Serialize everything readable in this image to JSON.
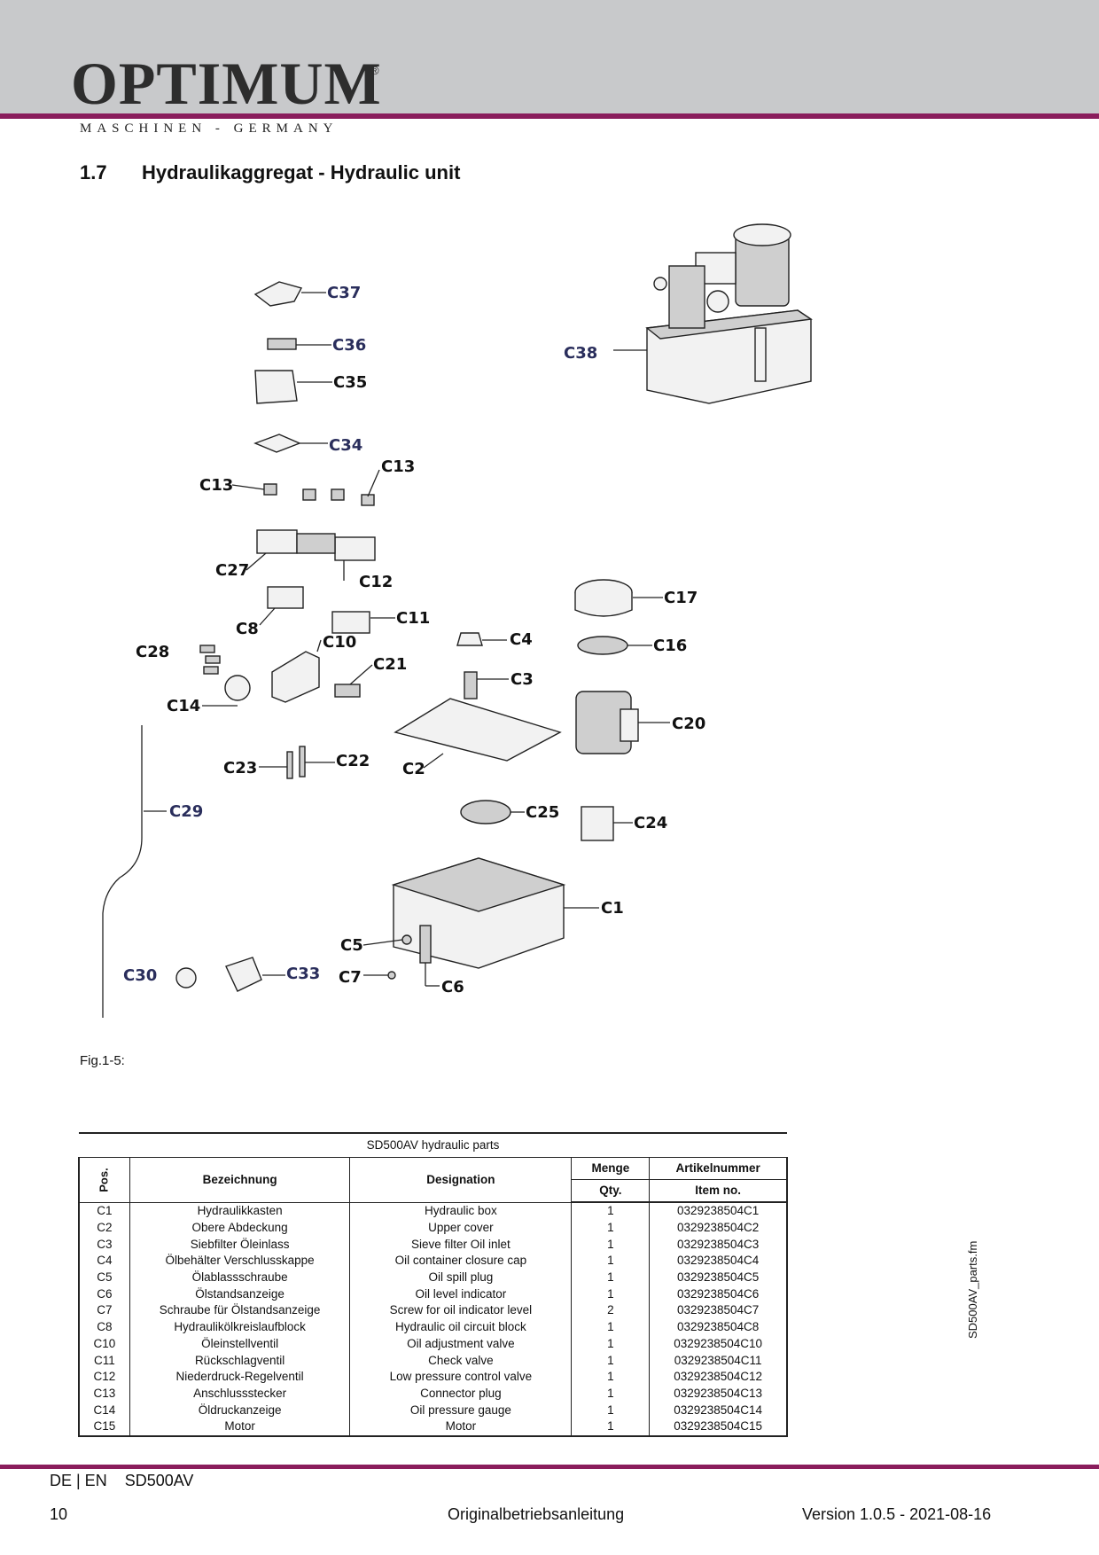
{
  "header": {
    "logo": "OPTIMUM",
    "registered": "®",
    "tagline": "MASCHINEN - GERMANY"
  },
  "section": {
    "number": "1.7",
    "title": "Hydraulikaggregat - Hydraulic unit"
  },
  "diagram": {
    "labels": {
      "C1": "C1",
      "C2": "C2",
      "C3": "C3",
      "C4": "C4",
      "C5": "C5",
      "C6": "C6",
      "C7": "C7",
      "C8": "C8",
      "C10": "C10",
      "C11": "C11",
      "C12": "C12",
      "C13a": "C13",
      "C13b": "C13",
      "C14": "C14",
      "C16": "C16",
      "C17": "C17",
      "C20": "C20",
      "C21": "C21",
      "C22": "C22",
      "C23": "C23",
      "C24": "C24",
      "C25": "C25",
      "C27": "C27",
      "C28": "C28",
      "C29": "C29",
      "C30": "C30",
      "C33": "C33",
      "C34": "C34",
      "C35": "C35",
      "C36": "C36",
      "C37": "C37",
      "C38": "C38"
    }
  },
  "figure_caption": "Fig.1-5:",
  "table": {
    "caption": "SD500AV hydraulic parts",
    "headers": {
      "pos": "Pos.",
      "bezeichnung": "Bezeichnung",
      "designation": "Designation",
      "menge": "Menge",
      "qty": "Qty.",
      "artikelnummer": "Artikelnummer",
      "item_no": "Item no."
    },
    "rows": [
      {
        "pos": "C1",
        "de": "Hydraulikkasten",
        "en": "Hydraulic box",
        "qty": "1",
        "item": "0329238504C1"
      },
      {
        "pos": "C2",
        "de": "Obere Abdeckung",
        "en": "Upper cover",
        "qty": "1",
        "item": "0329238504C2"
      },
      {
        "pos": "C3",
        "de": "Siebfilter Öleinlass",
        "en": "Sieve filter Oil inlet",
        "qty": "1",
        "item": "0329238504C3"
      },
      {
        "pos": "C4",
        "de": "Ölbehälter Verschlusskappe",
        "en": "Oil container closure cap",
        "qty": "1",
        "item": "0329238504C4"
      },
      {
        "pos": "C5",
        "de": "Ölablassschraube",
        "en": "Oil spill plug",
        "qty": "1",
        "item": "0329238504C5"
      },
      {
        "pos": "C6",
        "de": "Ölstandsanzeige",
        "en": "Oil level indicator",
        "qty": "1",
        "item": "0329238504C6"
      },
      {
        "pos": "C7",
        "de": "Schraube für Ölstandsanzeige",
        "en": "Screw for oil indicator level",
        "qty": "2",
        "item": "0329238504C7"
      },
      {
        "pos": "C8",
        "de": "Hydraulikölkreislaufblock",
        "en": "Hydraulic oil circuit block",
        "qty": "1",
        "item": "0329238504C8"
      },
      {
        "pos": "C10",
        "de": "Öleinstellventil",
        "en": "Oil adjustment valve",
        "qty": "1",
        "item": "0329238504C10"
      },
      {
        "pos": "C11",
        "de": "Rückschlagventil",
        "en": "Check valve",
        "qty": "1",
        "item": "0329238504C11"
      },
      {
        "pos": "C12",
        "de": "Niederdruck-Regelventil",
        "en": "Low pressure control valve",
        "qty": "1",
        "item": "0329238504C12"
      },
      {
        "pos": "C13",
        "de": "Anschlussstecker",
        "en": "Connector plug",
        "qty": "1",
        "item": "0329238504C13"
      },
      {
        "pos": "C14",
        "de": "Öldruckanzeige",
        "en": "Oil pressure gauge",
        "qty": "1",
        "item": "0329238504C14"
      },
      {
        "pos": "C15",
        "de": "Motor",
        "en": "Motor",
        "qty": "1",
        "item": "0329238504C15"
      }
    ]
  },
  "side_label": "SD500AV_parts.fm",
  "footer": {
    "lang": "DE | EN",
    "model": "SD500AV",
    "page": "10",
    "center": "Originalbetriebsanleitung",
    "version": "Version 1.0.5 - 2021-08-16"
  }
}
